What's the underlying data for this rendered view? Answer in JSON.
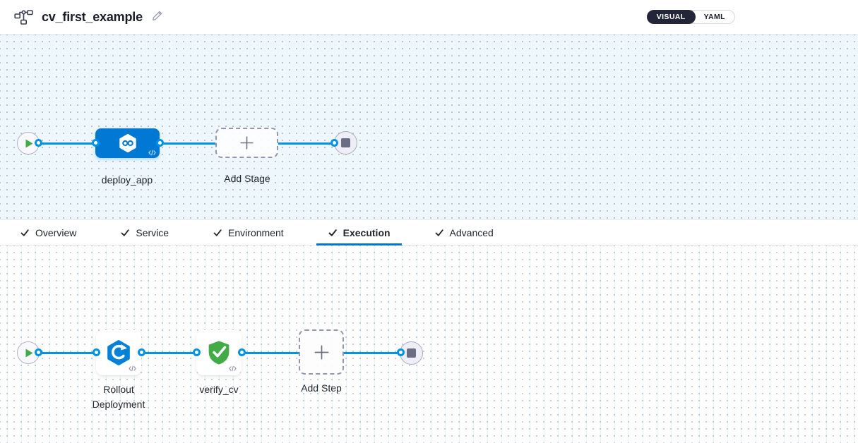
{
  "header": {
    "title": "cv_first_example",
    "view_toggle": {
      "visual_label": "VISUAL",
      "yaml_label": "YAML",
      "selected": "VISUAL"
    }
  },
  "stage_pipeline": {
    "stage": {
      "name": "deploy_app",
      "type": "cd-stage"
    },
    "add_stage_label": "Add Stage"
  },
  "tabs": [
    {
      "label": "Overview",
      "checked": true,
      "active": false
    },
    {
      "label": "Service",
      "checked": true,
      "active": false
    },
    {
      "label": "Environment",
      "checked": true,
      "active": false
    },
    {
      "label": "Execution",
      "checked": true,
      "active": true
    },
    {
      "label": "Advanced",
      "checked": true,
      "active": false
    }
  ],
  "execution_steps": {
    "steps": [
      {
        "name": "Rollout Deployment",
        "type": "k8s-rollout"
      },
      {
        "name": "verify_cv",
        "type": "verify"
      }
    ],
    "add_step_label": "Add Step"
  },
  "icons": {
    "header_left": "pipeline-graph-icon",
    "title_edit": "pencil-icon",
    "stage_type": "cd-hexagon-infinity-icon",
    "rollout_step": "rollout-deployment-icon",
    "verify_step": "verify-shield-check-icon",
    "node_code": "code-icon",
    "start": "play-icon",
    "end": "stop-icon",
    "tab_check": "check-icon",
    "add": "plus-icon"
  },
  "colors": {
    "primary_blue": "#0278d5",
    "connector_blue": "#0092e4",
    "success_green": "#42ab45",
    "canvas_tint": "#eef7fb",
    "toggle_dark": "#232638",
    "dashed_border": "#9495b0",
    "text_dark": "#22272d"
  }
}
